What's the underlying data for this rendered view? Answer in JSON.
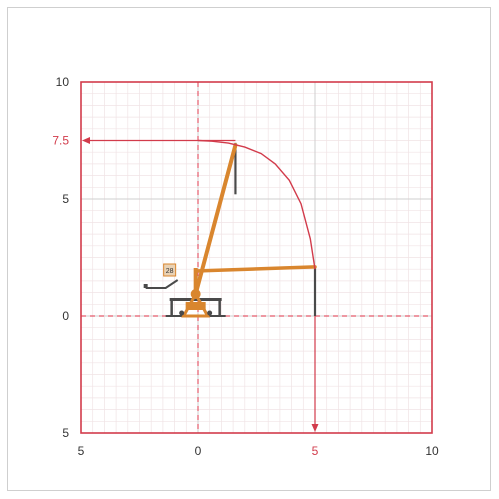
{
  "colors": {
    "frame_border": "#d23b4b",
    "grid_minor": "#f0e3e5",
    "grid_major": "#cfcfcf",
    "dashed_axis": "#e45a6b",
    "accent_red": "#d23b4b",
    "crane_orange": "#d9862e",
    "crane_dark": "#4a4a4a",
    "label_dark": "#333333"
  },
  "chart_data": {
    "type": "line",
    "x_ticks": [
      "5",
      "0",
      "5",
      "10"
    ],
    "y_ticks": [
      "10",
      "7.5",
      "5",
      "0",
      "5"
    ],
    "xlim": [
      -5,
      10
    ],
    "ylim": [
      -5,
      10
    ],
    "series": [
      {
        "values": [
          [
            0,
            7.5
          ],
          [
            0.6,
            7.47
          ],
          [
            1.3,
            7.39
          ],
          [
            2,
            7.22
          ],
          [
            2.7,
            6.94
          ],
          [
            3.3,
            6.5
          ],
          [
            3.9,
            5.8
          ],
          [
            4.4,
            4.8
          ],
          [
            4.8,
            3.3
          ],
          [
            5,
            2
          ]
        ]
      }
    ],
    "highlight": {
      "max_height_label": "7.5",
      "max_reach_label": "5"
    },
    "crane": {
      "base_x": -0.1,
      "boom_high_tip": [
        1.6,
        7.3
      ],
      "boom_low_tip": [
        5,
        2.1
      ],
      "small_label": "28"
    }
  }
}
